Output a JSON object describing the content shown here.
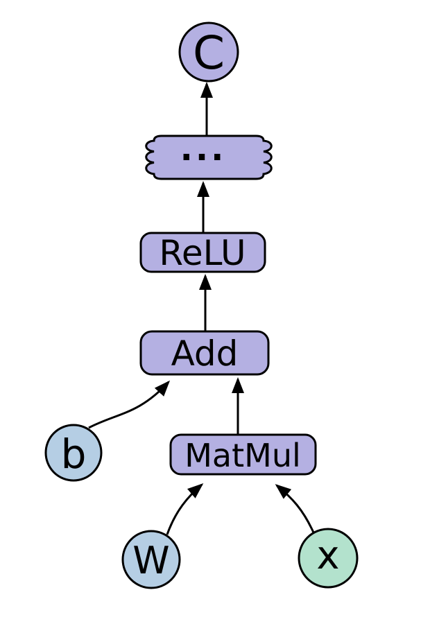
{
  "diagram": {
    "type": "computation-graph",
    "background_color": "#ffffff",
    "stroke_color": "#000000",
    "text_color": "#000000",
    "node_colors": {
      "operator_fill": "#b4b0e2",
      "parameter_fill": "#b5cee4",
      "input_fill": "#b3e2cd"
    },
    "nodes": {
      "output": {
        "label": "C",
        "shape": "circle"
      },
      "collapsed": {
        "label": "...",
        "shape": "torn-box"
      },
      "relu": {
        "label": "ReLU",
        "shape": "rounded-box"
      },
      "add": {
        "label": "Add",
        "shape": "rounded-box"
      },
      "bias": {
        "label": "b",
        "shape": "circle"
      },
      "matmul": {
        "label": "MatMul",
        "shape": "rounded-box"
      },
      "weight": {
        "label": "W",
        "shape": "circle"
      },
      "input": {
        "label": "x",
        "shape": "circle"
      }
    },
    "edges": [
      {
        "from": "collapsed",
        "to": "output"
      },
      {
        "from": "relu",
        "to": "collapsed"
      },
      {
        "from": "add",
        "to": "relu"
      },
      {
        "from": "bias",
        "to": "add"
      },
      {
        "from": "matmul",
        "to": "add"
      },
      {
        "from": "weight",
        "to": "matmul"
      },
      {
        "from": "input",
        "to": "matmul"
      }
    ]
  }
}
